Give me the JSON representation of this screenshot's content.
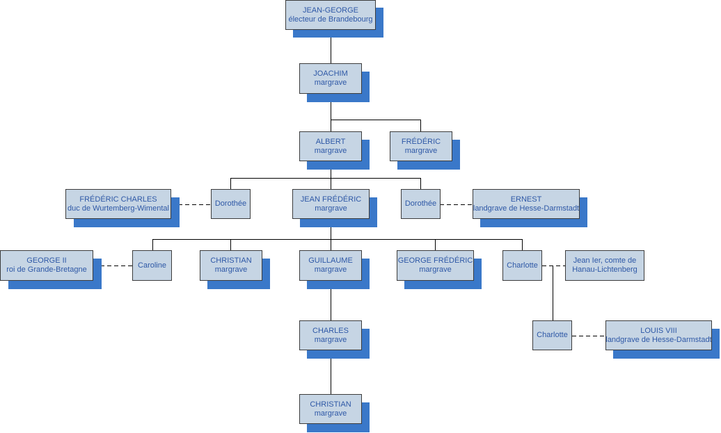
{
  "people": {
    "jean_george": {
      "line1": "JEAN-GEORGE",
      "line2": "électeur de Brandebourg"
    },
    "joachim": {
      "line1": "JOACHIM",
      "line2": "margrave"
    },
    "albert": {
      "line1": "ALBERT",
      "line2": "margrave"
    },
    "frederic": {
      "line1": "FRÉDÉRIC",
      "line2": "margrave"
    },
    "frederic_charles": {
      "line1": "FRÉDÉRIC CHARLES",
      "line2": "duc de Wurtemberg-Wimental"
    },
    "dorothee_left": {
      "line1": "Dorothée"
    },
    "jean_frederic": {
      "line1": "JEAN FRÉDÉRIC",
      "line2": "margrave"
    },
    "dorothee_right": {
      "line1": "Dorothée"
    },
    "ernest": {
      "line1": "ERNEST",
      "line2": "landgrave de Hesse-Darmstadt"
    },
    "george_ii": {
      "line1": "GEORGE II",
      "line2": "roi de Grande-Bretagne"
    },
    "caroline": {
      "line1": "Caroline"
    },
    "christian_1": {
      "line1": "CHRISTIAN",
      "line2": "margrave"
    },
    "guillaume": {
      "line1": "GUILLAUME",
      "line2": "margrave"
    },
    "george_frederic": {
      "line1": "GEORGE FRÉDÉRIC",
      "line2": "margrave"
    },
    "charlotte_1": {
      "line1": "Charlotte"
    },
    "jean_ier": {
      "line1": "Jean Ier, comte de",
      "line2": "Hanau-Lichtenberg"
    },
    "charles": {
      "line1": "CHARLES",
      "line2": "margrave"
    },
    "charlotte_2": {
      "line1": "Charlotte"
    },
    "louis_viii": {
      "line1": "LOUIS VIII",
      "line2": "landgrave de Hesse-Darmstadt"
    },
    "christian_2": {
      "line1": "CHRISTIAN",
      "line2": "margrave"
    }
  },
  "colors": {
    "box_fill": "#c6d5e4",
    "box_border": "#3c3c3c",
    "shadow": "#3a78c9",
    "text": "#2e58a6",
    "connector": "#000000"
  }
}
